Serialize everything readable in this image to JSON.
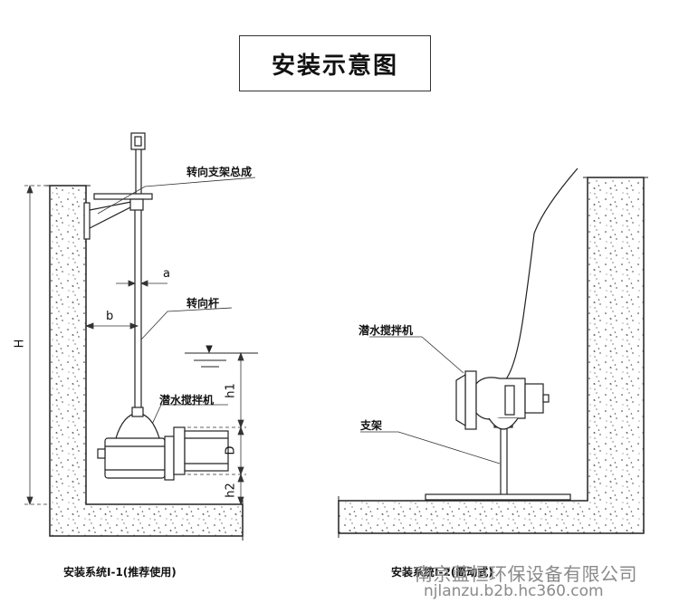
{
  "title": "安装示意图",
  "left_diagram": {
    "label_steering_bracket": "转向支架总成",
    "label_steering_rod": "转向杆",
    "label_mixer": "潜水搅拌机",
    "dim_a": "a",
    "dim_b": "b",
    "dim_H": "H",
    "dim_h1": "h1",
    "dim_D": "D",
    "dim_h2": "h2",
    "caption": "安装系统Ⅰ-1(推荐使用)"
  },
  "right_diagram": {
    "label_mixer": "潜水搅拌机",
    "label_bracket": "支架",
    "caption": "安装系统Ⅰ-2(简动式)"
  },
  "watermark": {
    "company": "南京蓝恒环保设备有限公司",
    "url": "njlanzu.b2b.hc360.com"
  }
}
